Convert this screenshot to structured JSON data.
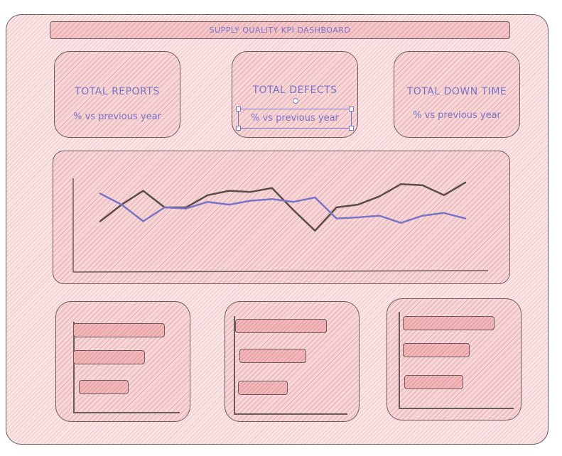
{
  "header": {
    "title": "SUPPLY QUALITY KPI DASHBOARD"
  },
  "kpis": [
    {
      "title": "TOTAL REPORTS",
      "subtitle": "% vs previous year"
    },
    {
      "title": "TOTAL DEFECTS",
      "subtitle": "% vs previous year"
    },
    {
      "title": "TOTAL DOWN TIME",
      "subtitle": "% vs previous year"
    }
  ],
  "colors": {
    "accent_text": "#7a74c9",
    "line_dark": "#5a4c4c",
    "line_blue": "#7a74c9",
    "panel_fill": "#f6d6d7",
    "bar_fill": "#f2b9bc"
  },
  "selection": {
    "target": "TOTAL DEFECTS subtitle"
  },
  "line_chart": {
    "series_dark_shape": [
      0.25,
      0.55,
      0.8,
      0.5,
      0.5,
      0.72,
      0.8,
      0.78,
      0.85,
      0.45,
      0.08,
      0.5,
      0.55,
      0.7,
      0.92,
      0.9,
      0.72,
      0.95
    ],
    "series_blue_shape": [
      0.75,
      0.55,
      0.25,
      0.5,
      0.48,
      0.6,
      0.55,
      0.62,
      0.65,
      0.6,
      0.68,
      0.3,
      0.32,
      0.35,
      0.22,
      0.35,
      0.4,
      0.3
    ]
  },
  "bar_charts": [
    {
      "values": [
        0.96,
        0.75,
        0.52
      ]
    },
    {
      "values": [
        0.96,
        0.7,
        0.52
      ]
    },
    {
      "values": [
        0.96,
        0.7,
        0.62
      ]
    }
  ]
}
